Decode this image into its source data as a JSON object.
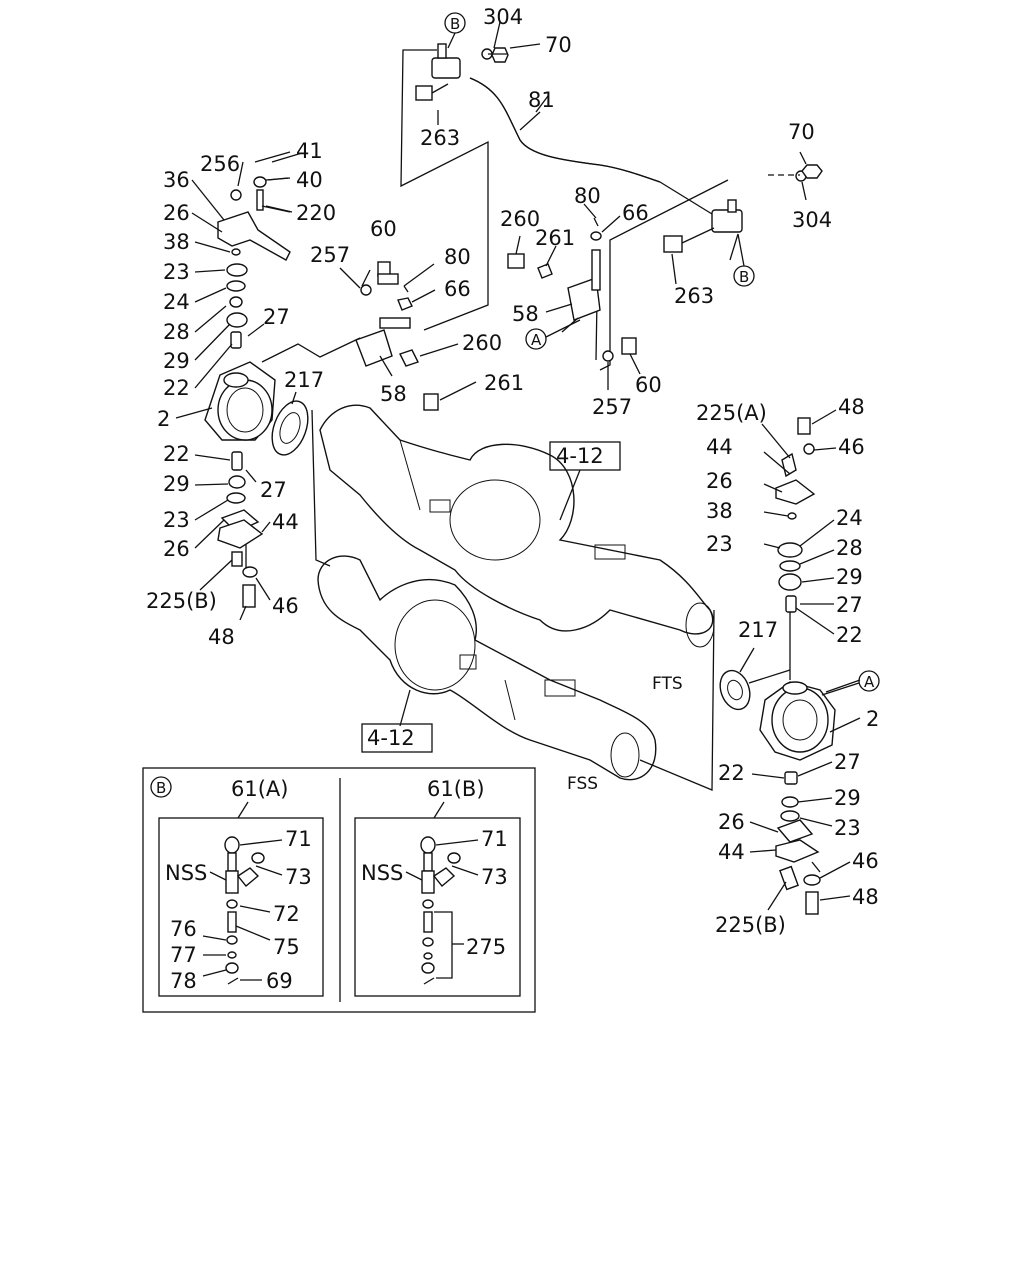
{
  "labels": {
    "L304a": "304",
    "L70a": "70",
    "L81": "81",
    "L263a": "263",
    "L41": "41",
    "L256": "256",
    "L40": "40",
    "L36": "36",
    "L220": "220",
    "L26a": "26",
    "L38a": "38",
    "L23a": "23",
    "L24a": "24",
    "L28a": "28",
    "L27a": "27",
    "L29a": "29",
    "L22a": "22",
    "L2a": "2",
    "L217a": "217",
    "L22b": "22",
    "L29b": "29",
    "L27b": "27",
    "L23b": "23",
    "L26b": "26",
    "L44a": "44",
    "L225B1": "225(B)",
    "L46a": "46",
    "L48a": "48",
    "L60a": "60",
    "L257a": "257",
    "L80a": "80",
    "L66a": "66",
    "L260a": "260",
    "L261a": "261",
    "L58a": "58",
    "L80b": "80",
    "L260b": "260",
    "L66b": "66",
    "L261b": "261",
    "L58b": "58",
    "L60b": "60",
    "L257b": "257",
    "L70b": "70",
    "L304b": "304",
    "L263b": "263",
    "L412a": "4-12",
    "L412b": "4-12",
    "LFTS": "FTS",
    "LFSS": "FSS",
    "L225A": "225(A)",
    "L48b": "48",
    "L46b": "46",
    "L44b": "44",
    "L26c": "26",
    "L38b": "38",
    "L24b": "24",
    "L23c": "23",
    "L28b": "28",
    "L29c": "29",
    "L27c": "27",
    "L22c": "22",
    "L217b": "217",
    "L2b": "2",
    "L22d": "22",
    "L27d": "27",
    "L29d": "29",
    "L26d": "26",
    "L23d": "23",
    "L44c": "44",
    "L46c": "46",
    "L48c": "48",
    "L225B2": "225(B)",
    "I61A": "61(A)",
    "I61B": "61(B)",
    "I71a": "71",
    "INSSa": "NSS",
    "I73a": "73",
    "I72": "72",
    "I76": "76",
    "I75": "75",
    "I77": "77",
    "I78": "78",
    "I69": "69",
    "I71b": "71",
    "INSSb": "NSS",
    "I73b": "73",
    "I275": "275"
  },
  "callouts": {
    "A": "A",
    "B": "B"
  }
}
